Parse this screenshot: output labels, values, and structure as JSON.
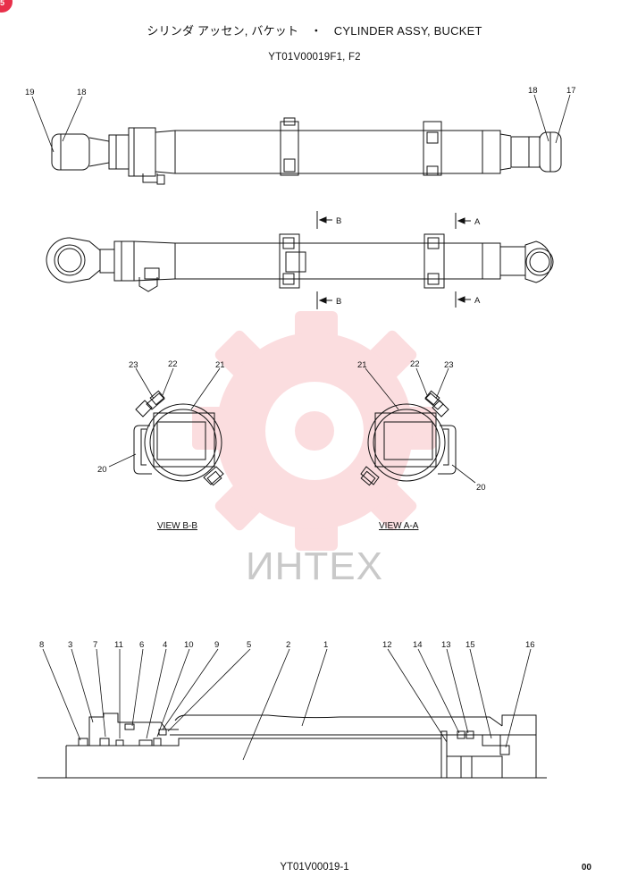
{
  "header": {
    "title": "シリンダ アッセン, バケット　・　CYLINDER ASSY, BUCKET",
    "subtitle": "YT01V00019F1, F2"
  },
  "footer": {
    "code": "YT01V00019-1",
    "revision": "00"
  },
  "corner_badge": "5",
  "watermark": {
    "text": "ИНТЕХ",
    "logo": "gear-logo"
  },
  "top_view": {
    "labels": {
      "l19": "19",
      "l18a": "18",
      "l18b": "18",
      "l17": "17"
    }
  },
  "side_view": {
    "section_marks": {
      "b_top": "B",
      "a_top": "A",
      "b_bottom": "B",
      "a_bottom": "A"
    }
  },
  "section_views": {
    "bb": {
      "title": "VIEW  B-B",
      "labels": {
        "l23": "23",
        "l22": "22",
        "l21": "21",
        "l20": "20"
      }
    },
    "aa": {
      "title": "VIEW  A-A",
      "labels": {
        "l21": "21",
        "l22": "22",
        "l23": "23",
        "l20": "20"
      }
    }
  },
  "cross_section": {
    "labels": {
      "l8": "8",
      "l3": "3",
      "l7": "7",
      "l11": "11",
      "l6": "6",
      "l4": "4",
      "l10": "10",
      "l9": "9",
      "l5": "5",
      "l2": "2",
      "l1": "1",
      "l12": "12",
      "l14": "14",
      "l13": "13",
      "l15": "15",
      "l16": "16"
    }
  },
  "colors": {
    "watermark": "#e8303f",
    "line": "#111111",
    "badge": "#e8304a"
  }
}
